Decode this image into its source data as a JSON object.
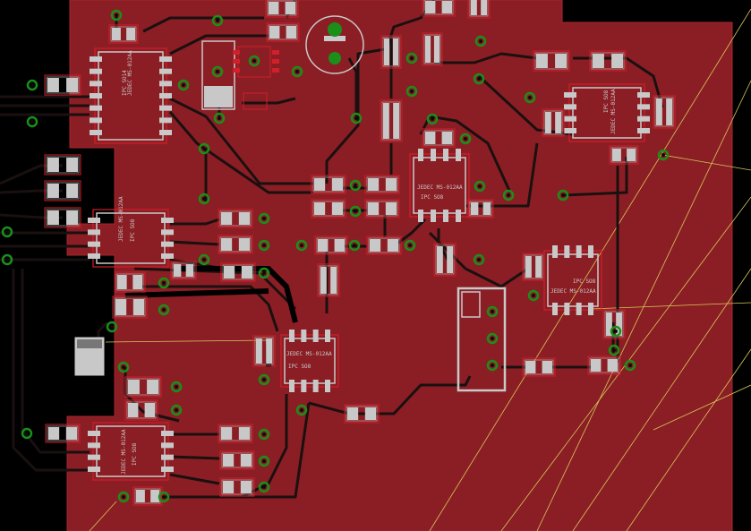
{
  "colors": {
    "background": "#000000",
    "copper": "#8b1e24",
    "copper_edge": "#a3262c",
    "trace": "#1a1010",
    "trace_dark": "#000000",
    "pad": "#c8c8c8",
    "via": "#1a8f1a",
    "via_hole": "#0b0b0b",
    "silk": "#c9c9c9",
    "ratsnest": "#d6c85a",
    "keepout": "#d21f2a"
  },
  "ic_labels": {
    "package": "JEDEC MS-012AA",
    "ipc": "IPC SO8"
  },
  "components": [
    {
      "id": "U1",
      "label_pkg": "JEDEC MS-012AA",
      "label_ipc": "IPC SO14"
    },
    {
      "id": "U2",
      "label_pkg": "JEDEC MS-012AA",
      "label_ipc": "IPC SO8"
    },
    {
      "id": "U3",
      "label_pkg": "JEDEC MS-012AA",
      "label_ipc": "IPC SO8"
    },
    {
      "id": "U4",
      "label_pkg": "JEDEC MS-012AA",
      "label_ipc": "IPC SO8"
    },
    {
      "id": "U5",
      "label_pkg": "JEDEC MS-012AA",
      "label_ipc": "IPC SO8"
    },
    {
      "id": "U6",
      "label_pkg": "JEDEC MS-012AA",
      "label_ipc": "IPC SO8"
    },
    {
      "id": "U7",
      "label_pkg": "JEDEC MS-012AA",
      "label_ipc": "IPC SO8"
    }
  ]
}
